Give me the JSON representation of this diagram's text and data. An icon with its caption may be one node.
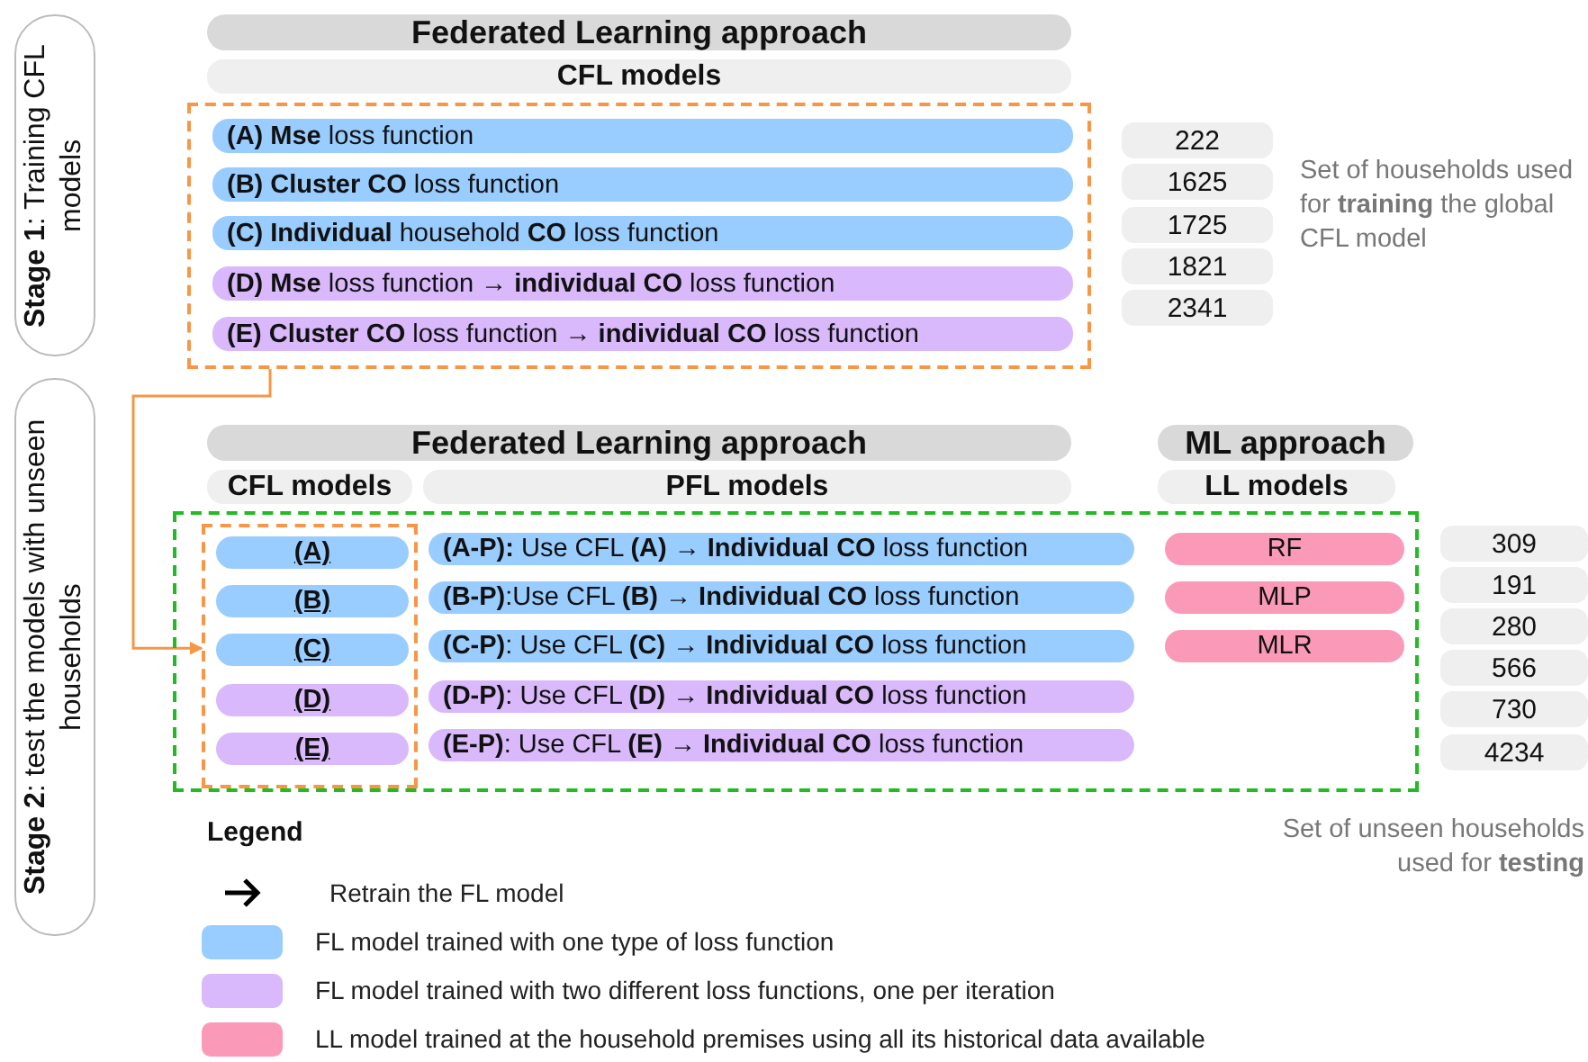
{
  "diagram": {
    "nodes": [
      {
        "text": [
          "**Stage 1**: Training CFL models"
        ]
      },
      {
        "text": [
          "Federated Learning approach"
        ]
      },
      {
        "text": [
          "CFL models"
        ]
      },
      {
        "text": [],
        "shape": "box"
      },
      {
        "text": [
          "**(A) Mse** loss function"
        ],
        "in": 3
      },
      {
        "text": [
          "**(B) Cluster CO** loss function"
        ],
        "in": 3
      },
      {
        "text": [
          "**(C) Individual** household **CO** loss function"
        ],
        "in": 3
      },
      {
        "text": [
          "**(D) Mse** loss function **→ individual CO** loss function"
        ],
        "in": 3
      },
      {
        "text": [
          "**(E) Cluster CO** loss function **→ individual CO** loss function"
        ],
        "in": 3
      },
      {
        "text": [
          "222"
        ]
      },
      {
        "text": [
          "1625"
        ]
      },
      {
        "text": [
          "1725"
        ]
      },
      {
        "text": [
          "1821"
        ]
      },
      {
        "text": [
          "2341"
        ]
      },
      {
        "text": [
          "**Stage 2**: test the models with unseen households"
        ]
      },
      {
        "text": [
          "Federated Learning approach"
        ]
      },
      {
        "text": [
          "ML approach"
        ]
      },
      {
        "text": [
          "CFL models"
        ]
      },
      {
        "text": [
          "PFL models"
        ]
      },
      {
        "text": [
          "LL models"
        ]
      },
      {
        "text": [],
        "shape": "box"
      },
      {
        "text": [],
        "shape": "box",
        "in": 20
      },
      {
        "text": [
          "(A)"
        ],
        "in": 21
      },
      {
        "text": [
          "(B)"
        ],
        "in": 21
      },
      {
        "text": [
          "(C)"
        ],
        "in": 21
      },
      {
        "text": [
          "(D)"
        ],
        "in": 21
      },
      {
        "text": [
          "(E)"
        ],
        "in": 21
      },
      {
        "text": [
          "**(A-P):** Use CFL **(A) → Individual CO** loss function"
        ],
        "in": 20
      },
      {
        "text": [
          "**(B-P)**:Use CFL **(B) → Individual CO** loss function"
        ],
        "in": 20
      },
      {
        "text": [
          "**(C-P)**: Use CFL **(C) → Individual CO** loss function"
        ],
        "in": 20
      },
      {
        "text": [
          "**(D-P)**: Use CFL **(D) → Individual CO** loss function"
        ],
        "in": 20
      },
      {
        "text": [
          "**(E-P)**: Use CFL **(E) → Individual CO** loss function"
        ],
        "in": 20
      },
      {
        "text": [
          "RF"
        ],
        "in": 20
      },
      {
        "text": [
          "MLP"
        ],
        "in": 20
      },
      {
        "text": [
          "MLR"
        ],
        "in": 20
      },
      {
        "text": [
          "309"
        ]
      },
      {
        "text": [
          "191"
        ]
      },
      {
        "text": [
          "280"
        ]
      },
      {
        "text": [
          "566"
        ]
      },
      {
        "text": [
          "730"
        ]
      },
      {
        "text": [
          "4234"
        ]
      }
    ],
    "edges": [
      {
        "from": 3,
        "to": 21,
        "arrow": "to",
        "color": "#f79646"
      }
    ],
    "labels": [
      "Set of households used for **training** the global CFL model",
      "Set of unseen households used for **testing**",
      "Legend"
    ],
    "legend": [
      {
        "text": "Retrain the FL model"
      },
      {
        "text": "FL model trained with one type of loss function",
        "color": "#99ccff"
      },
      {
        "text": "FL model trained with two different loss functions, one per iteration",
        "color": "#d9b8fb"
      },
      {
        "text": "LL model trained at the household premises using all its historical data available",
        "color": "#fb9ab8"
      }
    ]
  }
}
